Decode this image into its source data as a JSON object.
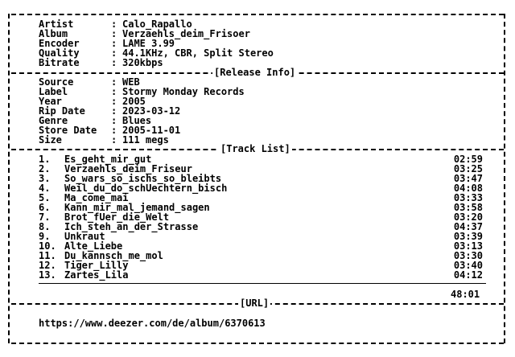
{
  "header": [
    {
      "label": "Artist",
      "value": "Calo_Rapallo"
    },
    {
      "label": "Album",
      "value": "Verzaehls_deim_Frisoer"
    },
    {
      "label": "Encoder",
      "value": "LAME 3.99"
    },
    {
      "label": "Quality",
      "value": "44.1KHz, CBR, Split Stereo"
    },
    {
      "label": "Bitrate",
      "value": "320kbps"
    }
  ],
  "release_title": "[Release Info]",
  "release": [
    {
      "label": "Source",
      "value": "WEB"
    },
    {
      "label": "Label",
      "value": "Stormy Monday Records"
    },
    {
      "label": "Year",
      "value": "2005"
    },
    {
      "label": "Rip Date",
      "value": "2023-03-12"
    },
    {
      "label": "Genre",
      "value": "Blues"
    },
    {
      "label": "Store Date",
      "value": "2005-11-01"
    },
    {
      "label": "Size",
      "value": "111 megs"
    }
  ],
  "tracklist_title": "[Track List]",
  "tracks": [
    {
      "num": "1.",
      "title": "Es_geht_mir_gut",
      "duration": "02:59"
    },
    {
      "num": "2.",
      "title": "Verzaehls_deim_Friseur",
      "duration": "03:25"
    },
    {
      "num": "3.",
      "title": "So_wars_so_ischs_so_bleibts",
      "duration": "03:47"
    },
    {
      "num": "4.",
      "title": "Weil_du_do_schUechtern_bisch",
      "duration": "04:08"
    },
    {
      "num": "5.",
      "title": "Ma_come_mai",
      "duration": "03:33"
    },
    {
      "num": "6.",
      "title": "Kann_mir_mal_jemand_sagen",
      "duration": "03:58"
    },
    {
      "num": "7.",
      "title": "Brot_fUer_die_Welt",
      "duration": "03:20"
    },
    {
      "num": "8.",
      "title": "Ich_steh_an_der_Strasse",
      "duration": "04:37"
    },
    {
      "num": "9.",
      "title": "Unkraut",
      "duration": "03:39"
    },
    {
      "num": "10.",
      "title": "Alte_Liebe",
      "duration": "03:13"
    },
    {
      "num": "11.",
      "title": "Du_kannsch_me_mol",
      "duration": "03:30"
    },
    {
      "num": "12.",
      "title": "Tiger_Lilly",
      "duration": "03:40"
    },
    {
      "num": "13.",
      "title": "Zartes_Lila",
      "duration": "04:12"
    }
  ],
  "total_duration": "48:01",
  "url_title": "[URL]",
  "url": "https://www.deezer.com/de/album/6370613"
}
